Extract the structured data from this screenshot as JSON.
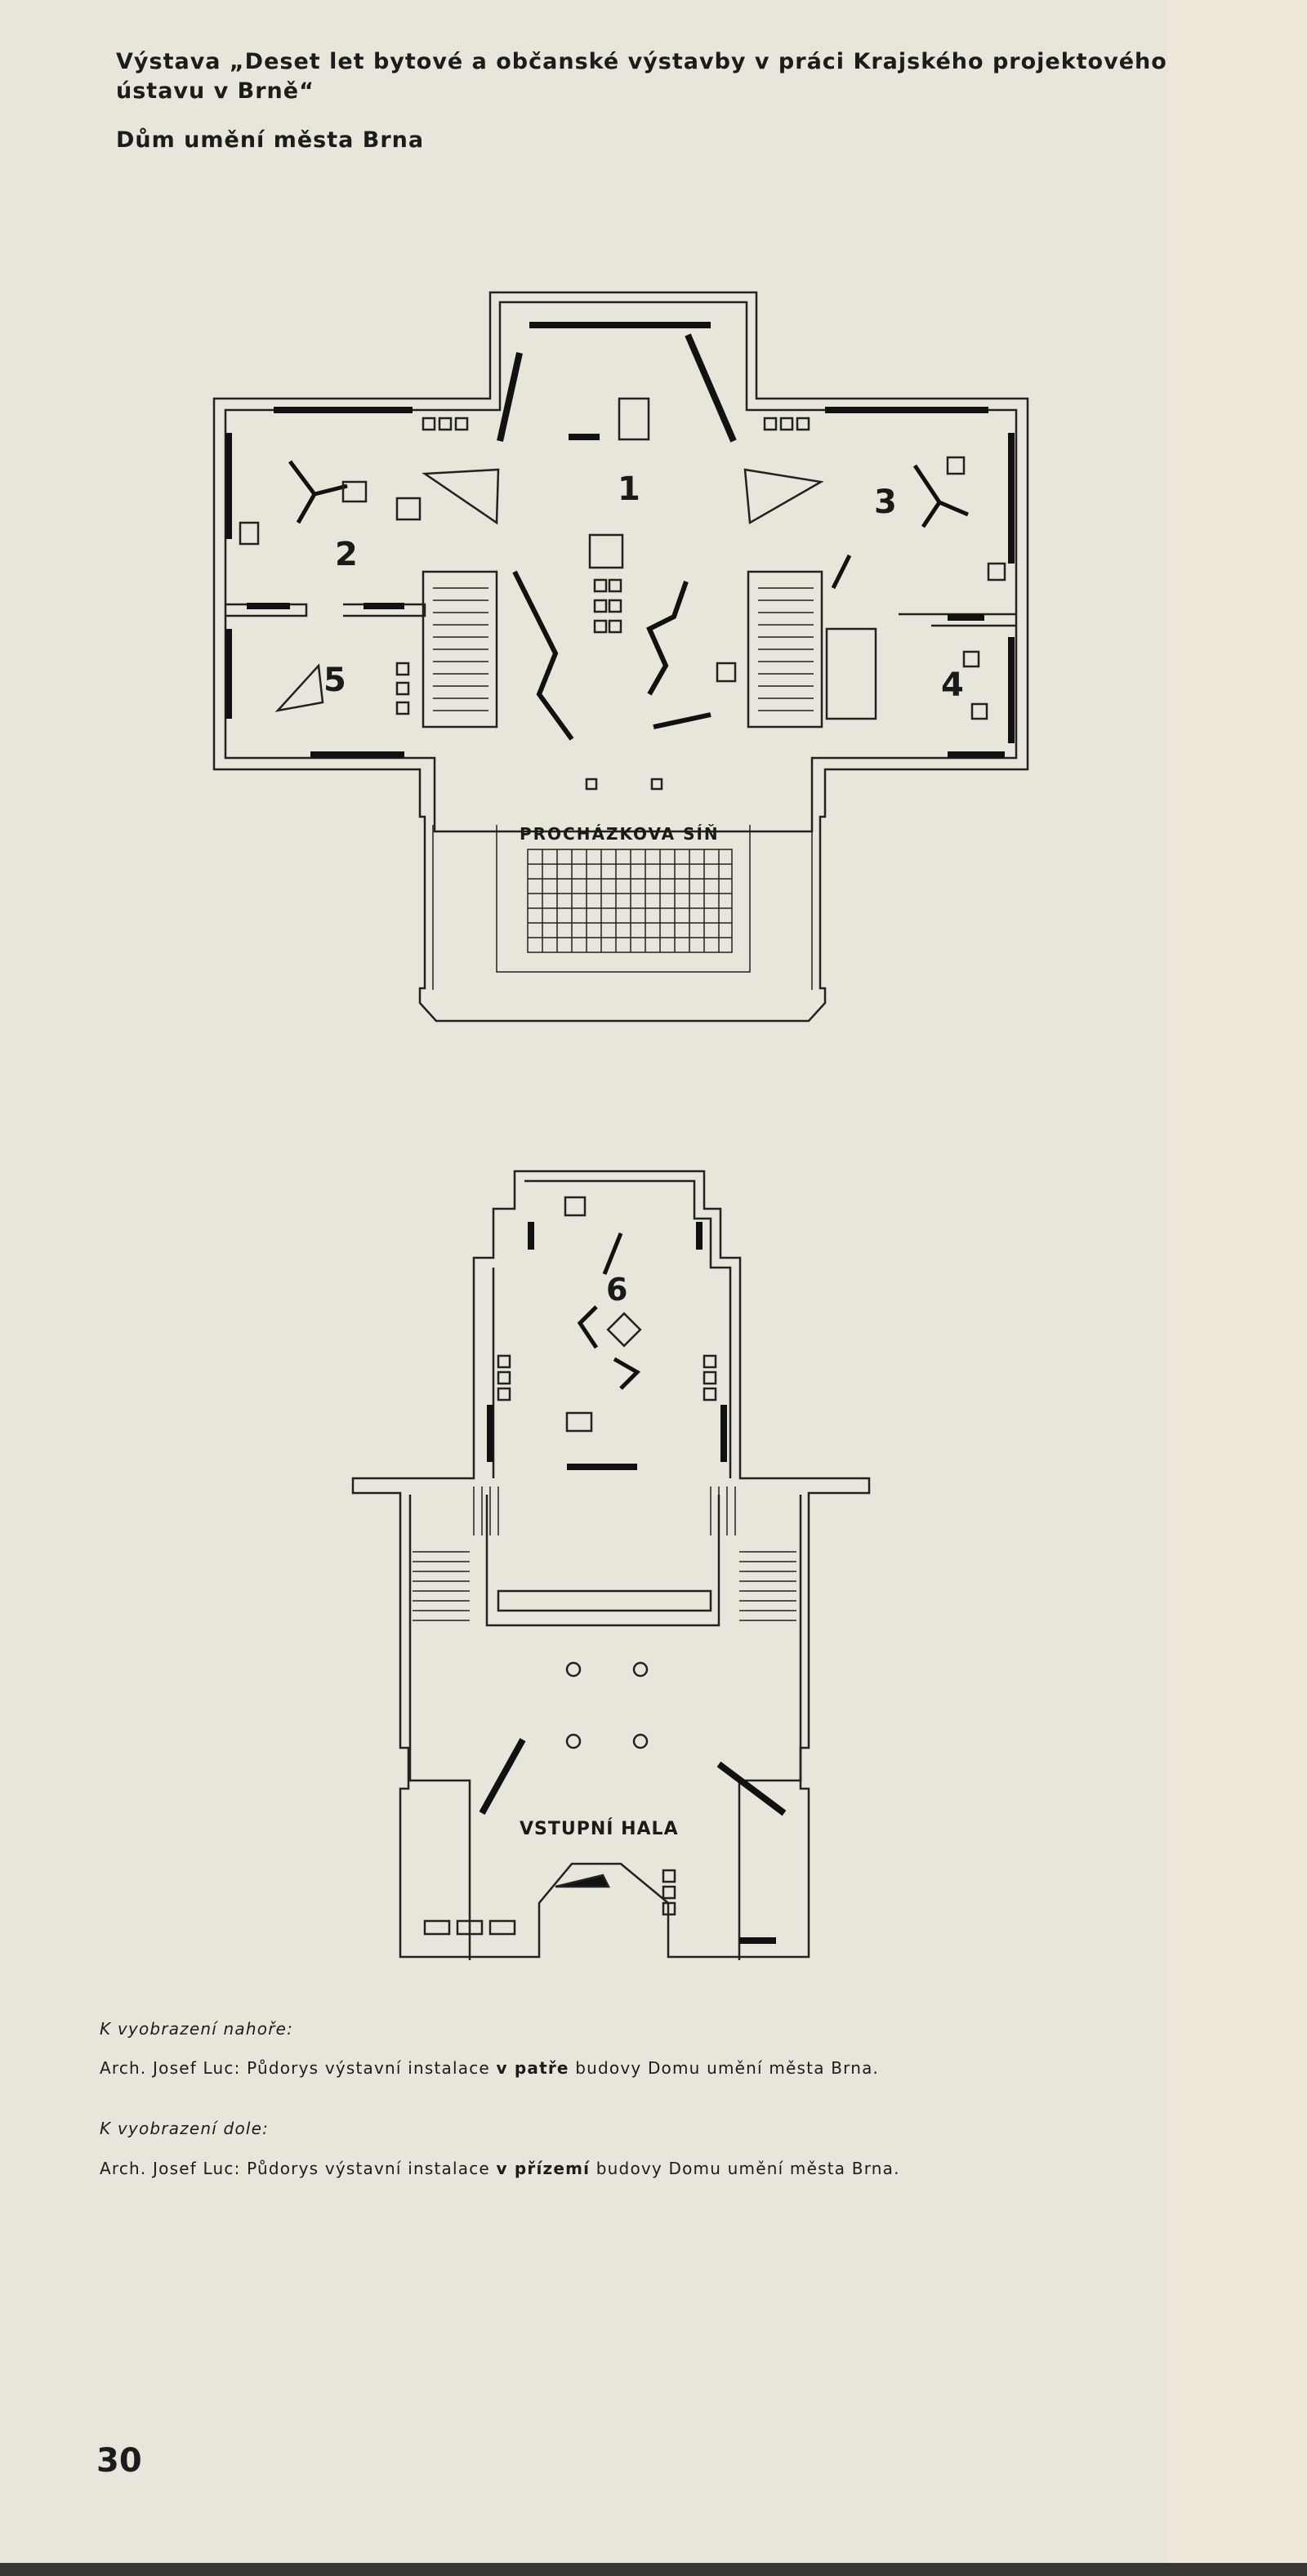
{
  "header": {
    "title_line1": "Výstava „Deset let bytové a občanské výstavby v práci Krajského projektového",
    "title_line2": "ústavu v Brně“",
    "subtitle": "Dům umění města Brna"
  },
  "plan_upper": {
    "room_labels": [
      "1",
      "2",
      "3",
      "4",
      "5"
    ],
    "hall_label": "PROCHÁZKOVA SÍŇ"
  },
  "plan_lower": {
    "room_label": "6",
    "hall_label": "VSTUPNÍ HALA"
  },
  "captions": {
    "upper_heading": "K vyobrazení nahoře:",
    "upper_text_pre": "Arch. Josef Luc: Půdorys výstavní instalace ",
    "upper_text_bold": "v patře",
    "upper_text_post": " budovy Domu umění města Brna.",
    "lower_heading": "K vyobrazení dole:",
    "lower_text_pre": "Arch. Josef Luc: Půdorys výstavní instalace ",
    "lower_text_bold": "v přízemí",
    "lower_text_post": " budovy Domu umění města Brna."
  },
  "page_number": "30"
}
